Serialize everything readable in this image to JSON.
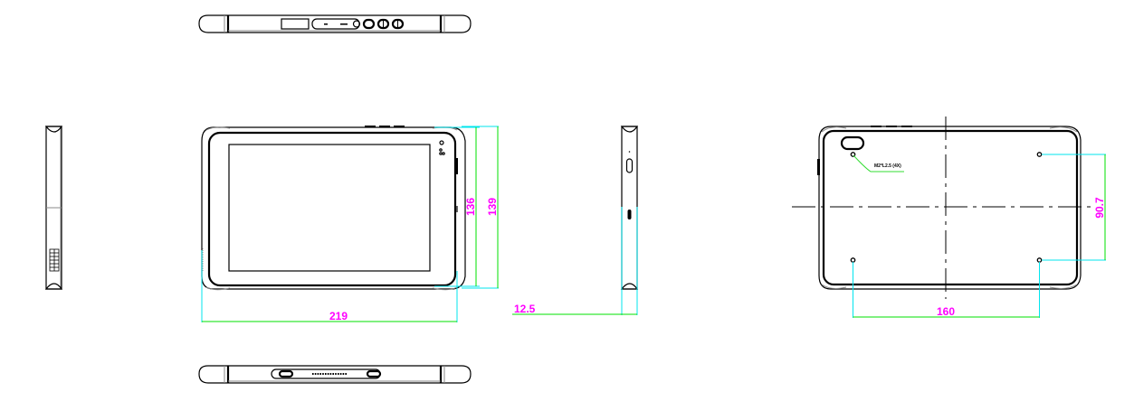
{
  "drawing": {
    "title": "Rugged tablet outline drawing",
    "views": [
      "top-view",
      "left-side-view",
      "front-view",
      "right-side-view",
      "back-view",
      "bottom-view"
    ],
    "colors": {
      "outline": "#000000",
      "extension_line": "#00e5ee",
      "dimension_line": "#00e000",
      "dimension_text": "#ff00ff"
    }
  },
  "dimensions": {
    "width": "219",
    "height_inner": "136",
    "height_outer": "139",
    "thickness": "12.5",
    "mount_hole_spacing_x": "160",
    "mount_hole_spacing_y": "90.7"
  },
  "notes": {
    "mount_hole_callout": "M2*L2.5 (4X)"
  }
}
